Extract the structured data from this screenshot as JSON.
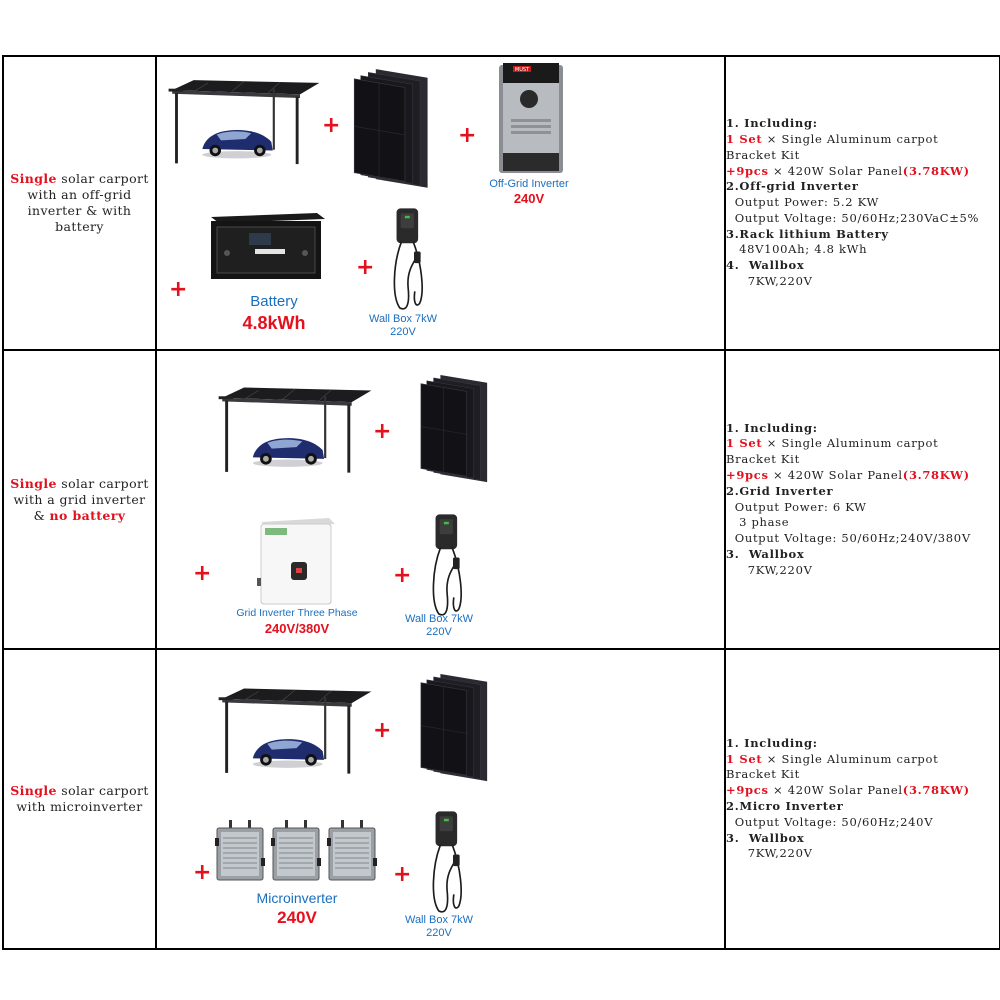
{
  "rows": [
    {
      "name": {
        "pre": "",
        "red": "Single",
        "mid": " solar carport with an off-grid inverter & with battery",
        "red2": ""
      },
      "images": {
        "off_grid_inverter": "Off-Grid Inverter",
        "off_grid_voltage": "240V",
        "battery_label": "Battery",
        "battery_capacity": "4.8kWh",
        "wallbox_label": "Wall Box 7kW",
        "wallbox_voltage": "220V"
      },
      "spec": {
        "l1": "1. Including:",
        "l2_red": " 1 Set",
        "l2_rest": " × Single Aluminum carpot",
        "l3": "Bracket Kit",
        "l4_red": "+9pcs",
        "l4_rest": " × 420W Solar Panel",
        "l4_red2": "(3.78KW)",
        "l5": "2.Off-grid Inverter",
        "l6": "  Output Power: 5.2 KW",
        "l7": "  Output Voltage: 50/60Hz;230VaC±5%",
        "l8": "3.Rack lithium Battery",
        "l9": "   48V100Ah; 4.8 kWh",
        "l10": "4.  Wallbox",
        "l11": "     7KW,220V"
      }
    },
    {
      "name": {
        "red": "Single",
        "mid": " solar carport with a grid inverter & ",
        "red2": "no battery"
      },
      "images": {
        "grid_inverter_label": "Grid Inverter Three Phase",
        "grid_inverter_voltage": "240V/380V",
        "wallbox_label": "Wall Box 7kW",
        "wallbox_voltage": "220V"
      },
      "spec": {
        "l1": "1. Including:",
        "l2_red": " 1 Set",
        "l2_rest": " × Single Aluminum carpot",
        "l3": "Bracket Kit",
        "l4_red": "+9pcs",
        "l4_rest": " × 420W Solar Panel",
        "l4_red2": "(3.78KW)",
        "l5": "2.Grid Inverter",
        "l6": "  Output Power: 6 KW",
        "l7": "   3 phase",
        "l8": "  Output Voltage: 50/60Hz;240V/380V",
        "l9": "3.  Wallbox",
        "l10": "     7KW,220V"
      }
    },
    {
      "name": {
        "red": "Single",
        "mid": " solar carport with microinverter",
        "red2": ""
      },
      "images": {
        "micro_label": "Microinverter",
        "micro_voltage": "240V",
        "wallbox_label": "Wall Box 7kW",
        "wallbox_voltage": "220V"
      },
      "spec": {
        "l1": "1. Including:",
        "l2_red": " 1 Set",
        "l2_rest": " × Single Aluminum carpot",
        "l3": "Bracket Kit",
        "l4_red": "+9pcs",
        "l4_rest": " × 420W Solar Panel",
        "l4_red2": "(3.78KW)",
        "l5": "2.Micro Inverter",
        "l6": "  Output Voltage: 50/60Hz;240V",
        "l7": "3.  Wallbox",
        "l8": "     7KW,220V"
      }
    }
  ],
  "plus_symbol": "+",
  "inverter_badge": "MUST"
}
